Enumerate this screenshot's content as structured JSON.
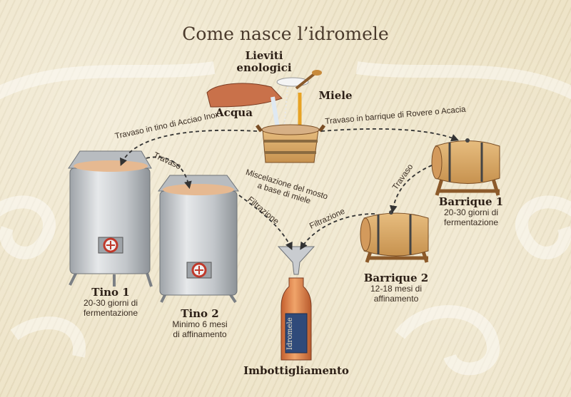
{
  "title": "Come nasce l’idromele",
  "ingredients": {
    "yeast": "Lieviti enologici",
    "water": "Acqua",
    "honey": "Miele"
  },
  "vat_caption": "Miscelazione del mosto a base di miele",
  "arrows": {
    "to_steel": "Travaso in tino di Acciao Inox",
    "to_barrique": "Travaso in barrique di Rovere o Acacia",
    "tino_transfer": "Travaso",
    "barrique_transfer": "Travaso",
    "filter_left": "Filtrazione",
    "filter_right": "Filtrazione"
  },
  "tino1": {
    "name": "Tino 1",
    "desc1": "20-30 giorni di",
    "desc2": "fermentazione"
  },
  "tino2": {
    "name": "Tino 2",
    "desc1": "Minimo 6 mesi",
    "desc2": "di affinamento"
  },
  "barrique1": {
    "name": "Barrique 1",
    "desc1": "20-30 giorni di",
    "desc2": "fermentazione"
  },
  "barrique2": {
    "name": "Barrique 2",
    "desc1": "12-18 mesi di",
    "desc2": "affinamento"
  },
  "bottling": "Imbottigliamento",
  "bottle_label": "Idromele",
  "colors": {
    "copper": "#c9714a",
    "steel": "#c8c8c8",
    "wood": "#d9a86a",
    "mead": "#e8b98c",
    "line": "#333333",
    "bottle_label": "#2f4a7a"
  }
}
